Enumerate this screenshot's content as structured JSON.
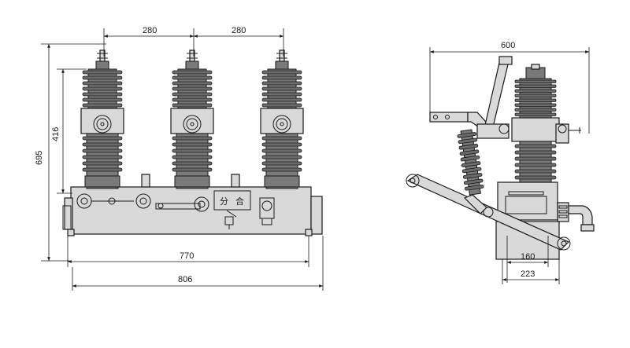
{
  "dimensions": {
    "front_top_left": "280",
    "front_top_right": "280",
    "front_height_total": "695",
    "front_height_insulator": "416",
    "front_width_inner": "770",
    "front_width_outer": "806",
    "side_width_top": "600",
    "side_base_inner": "160",
    "side_base_outer": "223"
  },
  "panel": {
    "open_label": "分",
    "close_label": "合"
  }
}
